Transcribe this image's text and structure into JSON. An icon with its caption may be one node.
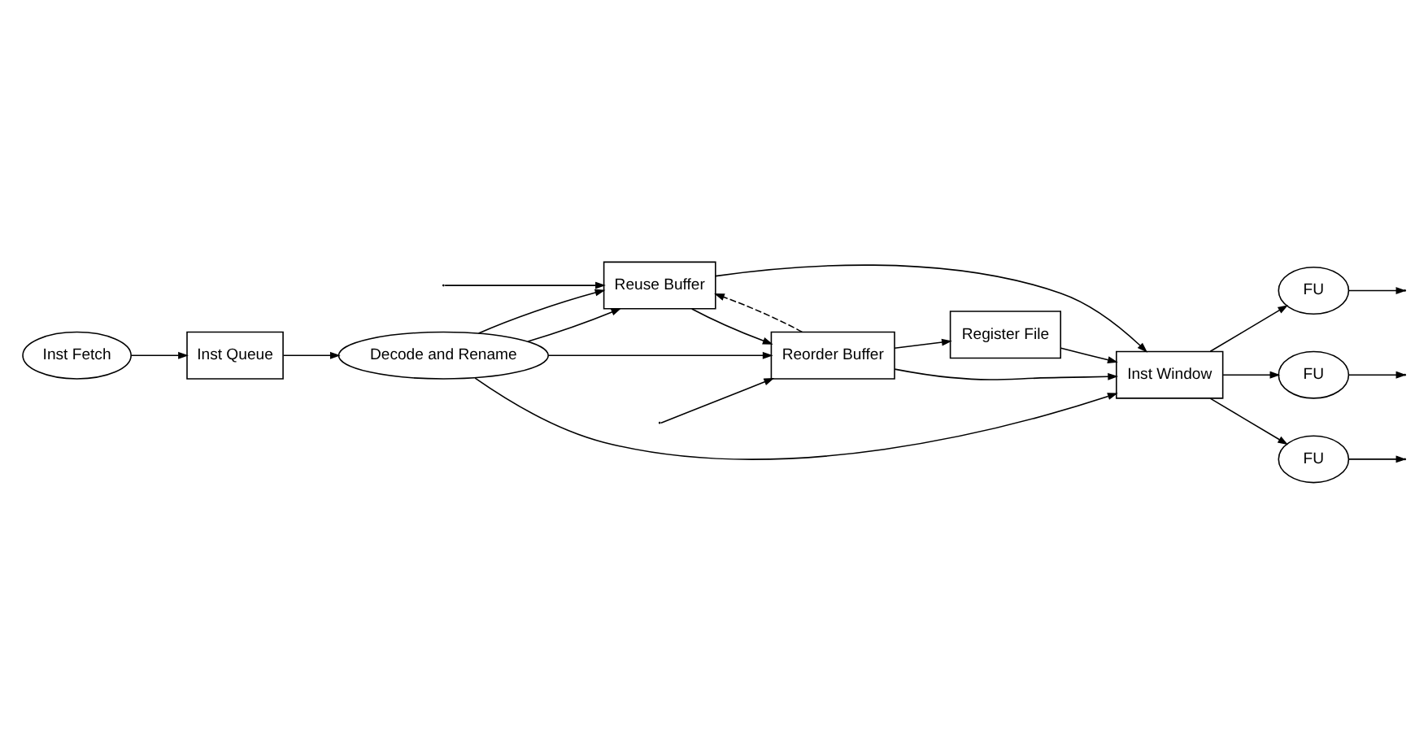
{
  "diagram": {
    "nodes": [
      {
        "text": [
          "Inst Fetch"
        ]
      },
      {
        "text": [
          "Inst Queue"
        ]
      },
      {
        "text": [
          "Decode and Rename"
        ]
      },
      {
        "text": [
          "Reuse Buffer"
        ]
      },
      {
        "text": [
          "Reorder Buffer"
        ]
      },
      {
        "text": [
          "Inst Window"
        ]
      },
      {
        "text": [
          "Register File"
        ]
      },
      {
        "text": [
          "FU"
        ]
      },
      {
        "text": [
          "FU"
        ]
      },
      {
        "text": [
          "FU"
        ]
      }
    ],
    "edges": [
      {
        "from": 0,
        "to": 1,
        "arrow": "to"
      },
      {
        "from": 1,
        "to": 2,
        "arrow": "to"
      },
      {
        "from": 2,
        "to": 3,
        "arrow": "to"
      },
      {
        "from": 2,
        "to": 3,
        "arrow": "to"
      },
      {
        "from": 3,
        "to": 4,
        "arrow": "to"
      },
      {
        "from": 3,
        "to": 5,
        "arrow": "to"
      },
      {
        "from": 2,
        "to": 4,
        "arrow": "to"
      },
      {
        "from": 2,
        "to": 5,
        "arrow": "to"
      },
      {
        "from": 4,
        "to": 3,
        "arrow": "to",
        "style": "dashed"
      },
      {
        "from": null,
        "to": 3,
        "arrow": "to"
      },
      {
        "from": null,
        "to": 4,
        "arrow": "to"
      },
      {
        "from": 4,
        "to": 5,
        "arrow": "to"
      },
      {
        "from": 4,
        "to": 6,
        "arrow": "to"
      },
      {
        "from": 6,
        "to": 5,
        "arrow": "to"
      },
      {
        "from": 5,
        "to": 7,
        "arrow": "to"
      },
      {
        "from": 5,
        "to": 8,
        "arrow": "to"
      },
      {
        "from": 5,
        "to": 9,
        "arrow": "to"
      },
      {
        "from": 7,
        "to": null,
        "arrow": "to"
      },
      {
        "from": 8,
        "to": null,
        "arrow": "to"
      },
      {
        "from": 9,
        "to": null,
        "arrow": "to"
      }
    ]
  }
}
